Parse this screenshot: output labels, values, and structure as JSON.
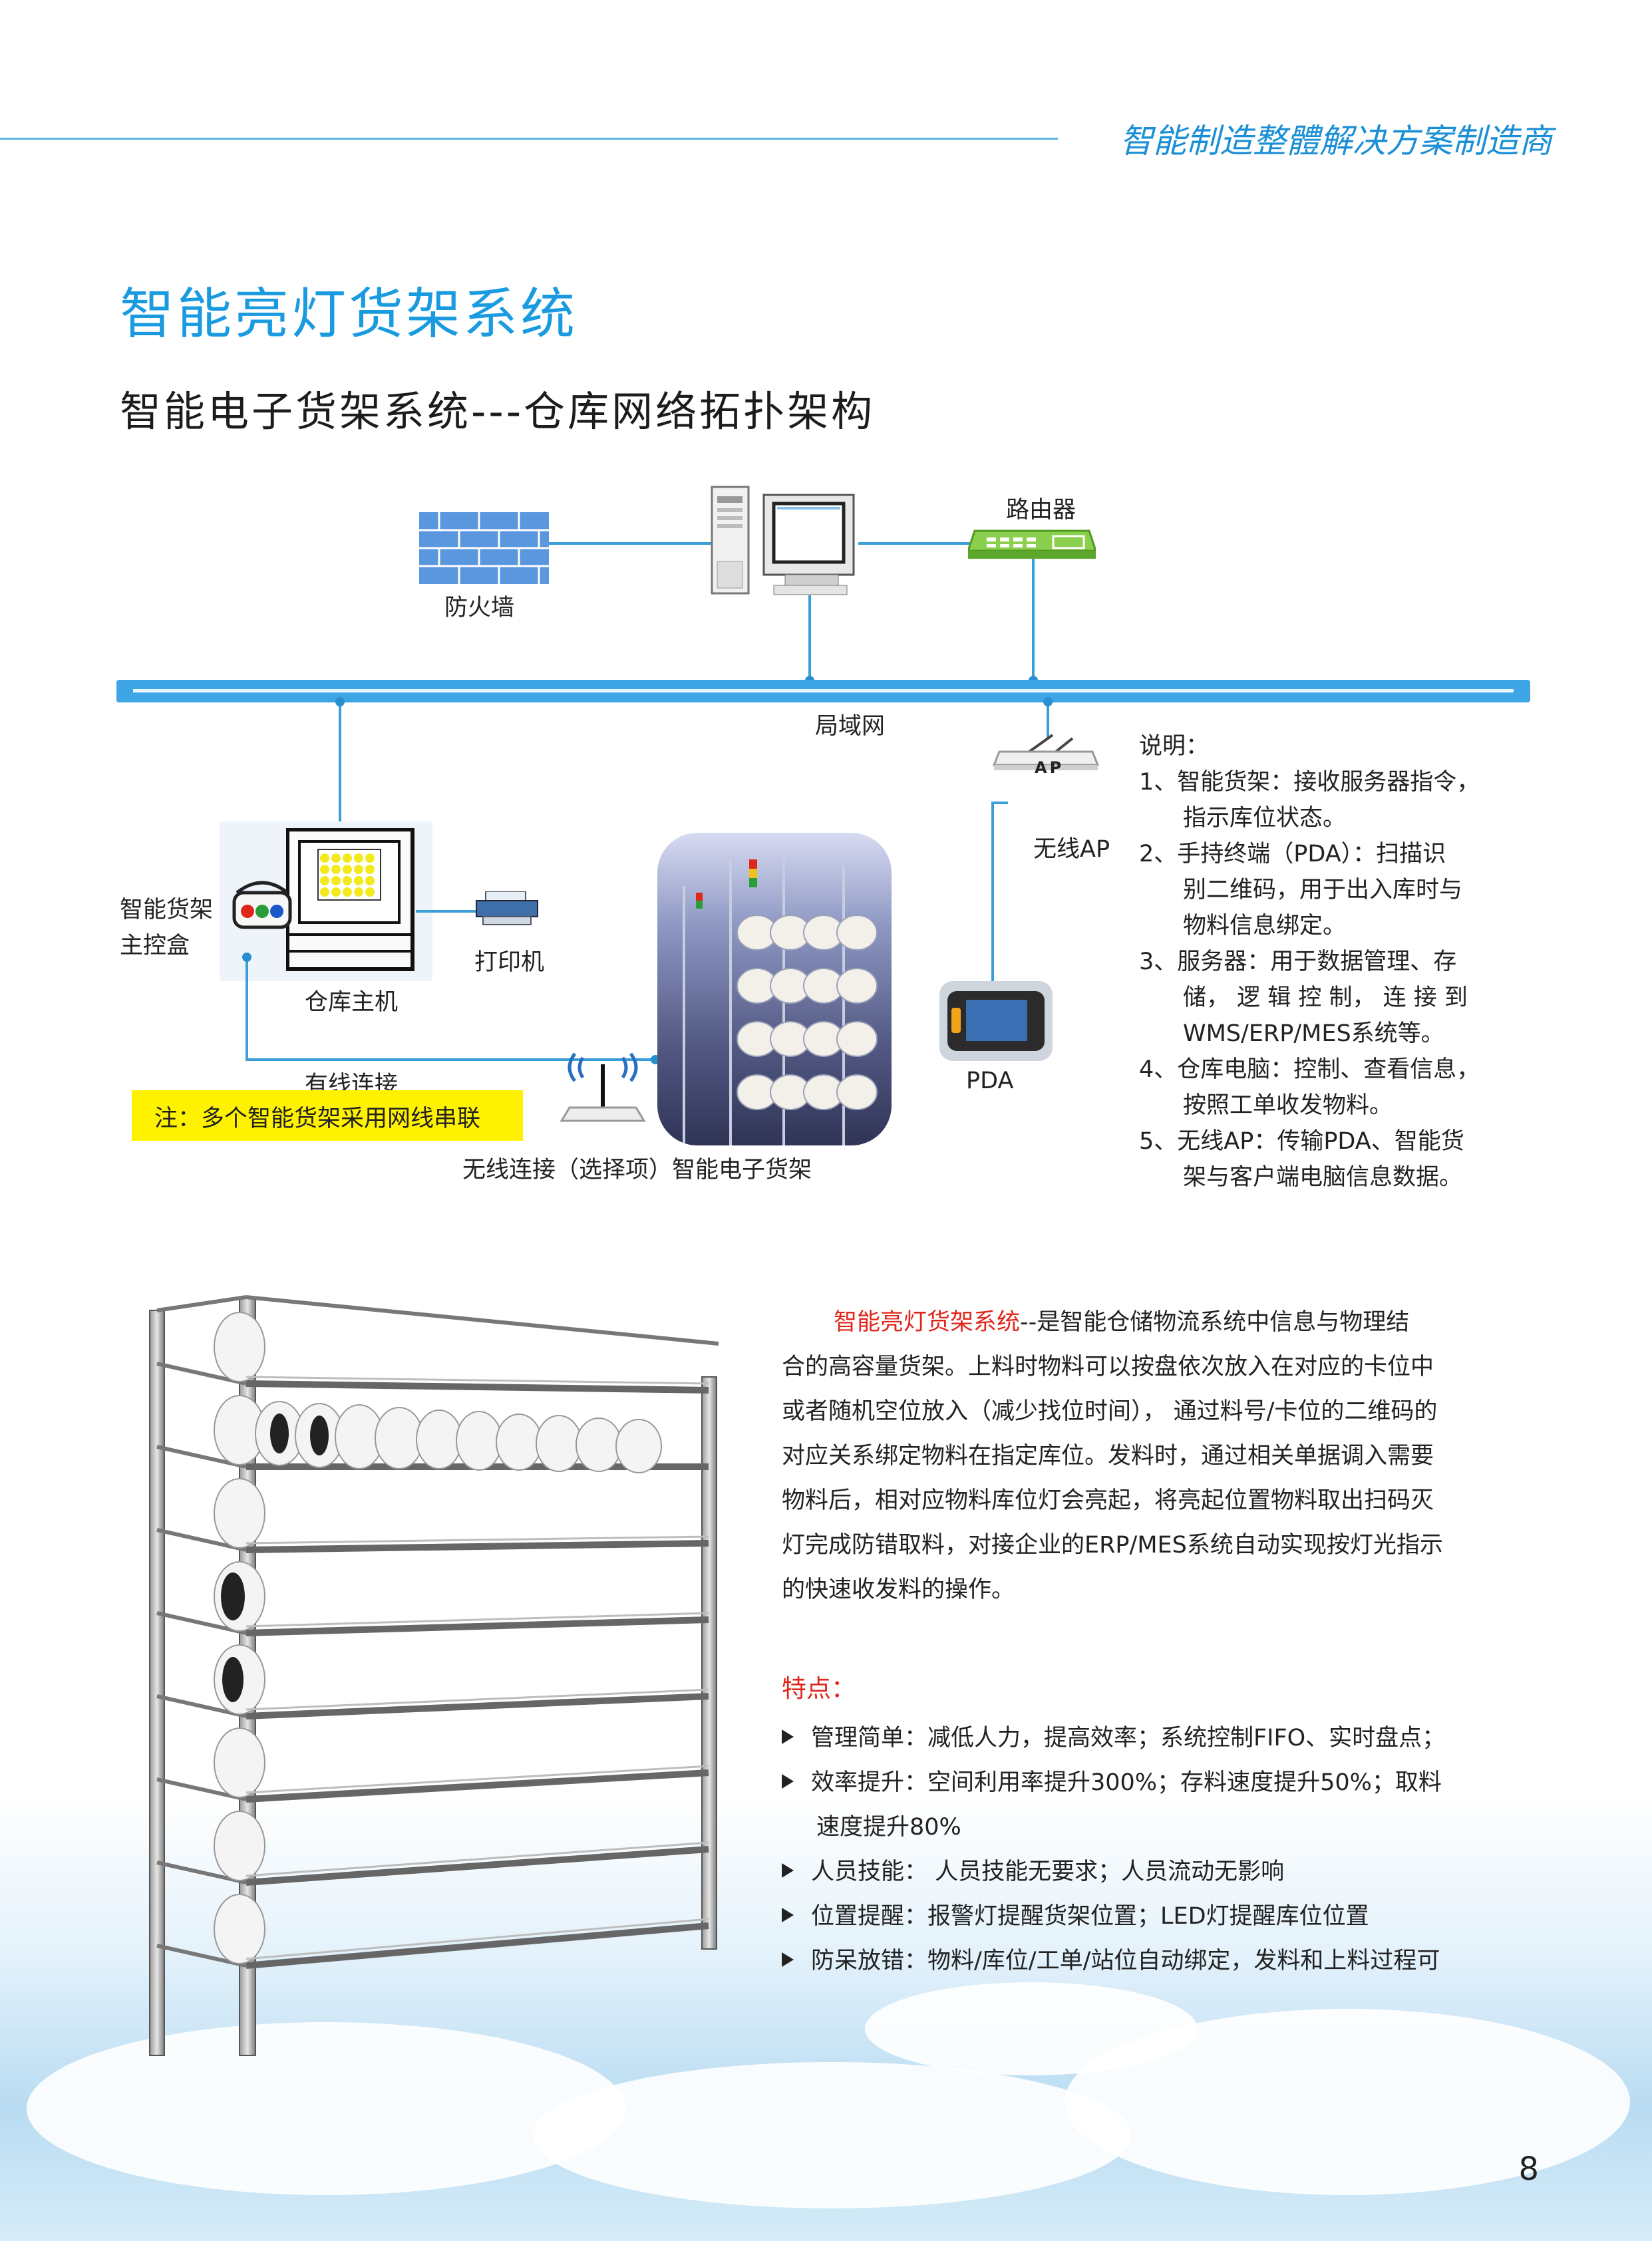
{
  "header": {
    "slogan": "智能制造整體解决方案制造商"
  },
  "title": "智能亮灯货架系统",
  "subtitle": "智能电子货架系统---仓库网络拓扑架构",
  "diagram": {
    "firewall": "防火墙",
    "router": "路由器",
    "lan": "局域网",
    "wireless_ap": "无线AP",
    "ap_tag": "AP",
    "controller_line1": "智能货架",
    "controller_line2": "主控盒",
    "printer": "打印机",
    "host": "仓库主机",
    "wired": "有线连接",
    "note": "注：多个智能货架采用网线串联",
    "wireless_shelf": "无线连接（选择项）智能电子货架",
    "pda": "PDA"
  },
  "explanation": {
    "heading": "说明：",
    "lines": [
      "1、智能货架：接收服务器指令，",
      "指示库位状态。",
      "2、手持终端（PDA）：扫描识",
      "别二维码，用于出入库时与",
      "物料信息绑定。",
      "3、服务器：用于数据管理、存",
      "储， 逻 辑 控 制， 连 接 到",
      "WMS/ERP/MES系统等。",
      "4、仓库电脑：控制、查看信息，",
      "按照工单收发物料。",
      "5、无线AP：传输PDA、智能货",
      "架与客户端电脑信息数据。"
    ]
  },
  "description": {
    "highlight": "智能亮灯货架系统",
    "first_line_rest": "--是智能仓储物流系统中信息与物理结",
    "lines": [
      "合的高容量货架。上料时物料可以按盘依次放入在对应的卡位中",
      "或者随机空位放入（减少找位时间）， 通过料号/卡位的二维码的",
      "对应关系绑定物料在指定库位。发料时，通过相关单据调入需要",
      "物料后，相对应物料库位灯会亮起，将亮起位置物料取出扫码灭",
      "灯完成防错取料，对接企业的ERP/MES系统自动实现按灯光指示",
      "的快速收发料的操作。"
    ]
  },
  "features": {
    "title": "特点：",
    "items": [
      "管理简单：减低人力，提高效率；系统控制FIFO、实时盘点；",
      "效率提升：空间利用率提升300%；存料速度提升50%；取料",
      "人员技能： 人员技能无要求；人员流动无影响",
      "位置提醒：报警灯提醒货架位置；LED灯提醒库位位置",
      "防呆放错：物料/库位/工单/站位自动绑定，发料和上料过程可"
    ],
    "continuation": "速度提升80%"
  },
  "page_number": "8",
  "colors": {
    "accent_blue": "#1a9be0",
    "highlight_red": "#e0251b",
    "note_yellow": "#fff200"
  }
}
